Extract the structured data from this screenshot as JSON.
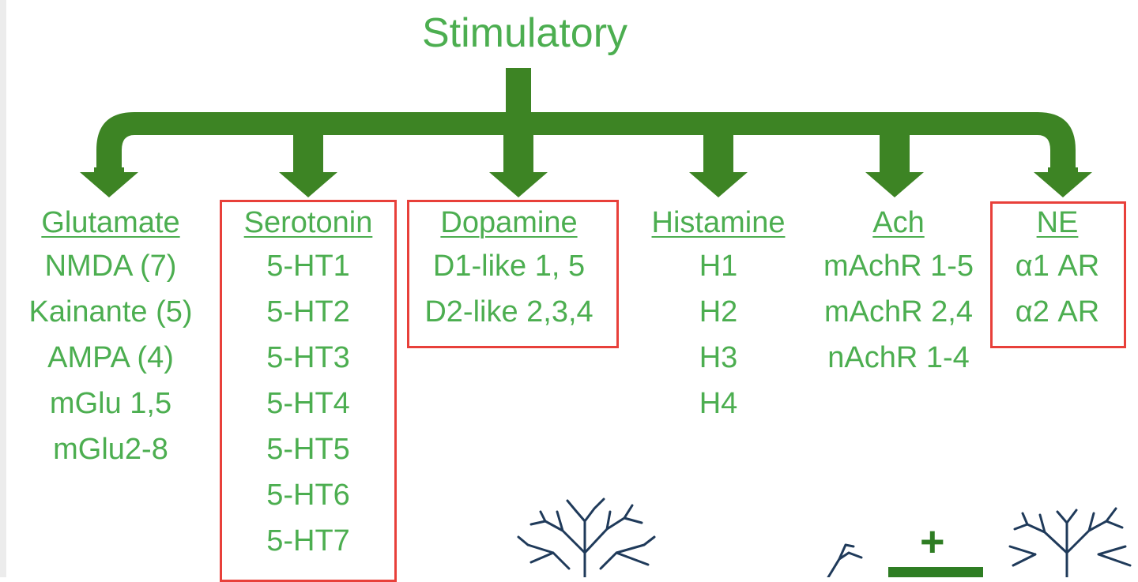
{
  "title": "Stimulatory",
  "columns": [
    {
      "header": "Glutamate",
      "items": [
        "NMDA (7)",
        "Kainante (5)",
        "AMPA (4)",
        "mGlu 1,5",
        "mGlu2-8"
      ]
    },
    {
      "header": "Serotonin",
      "items": [
        "5-HT1",
        "5-HT2",
        "5-HT3",
        "5-HT4",
        "5-HT5",
        "5-HT6",
        "5-HT7"
      ]
    },
    {
      "header": "Dopamine",
      "items": [
        "D1-like 1, 5",
        "D2-like 2,3,4"
      ]
    },
    {
      "header": "Histamine",
      "items": [
        "H1",
        "H2",
        "H3",
        "H4"
      ]
    },
    {
      "header": "Ach",
      "items": [
        "mAchR 1-5",
        "mAchR 2,4",
        "nAchR 1-4"
      ]
    },
    {
      "header": "NE",
      "items": [
        "α1 AR",
        "α2 AR"
      ]
    }
  ],
  "plus_sign": "+",
  "colors": {
    "text": "#4cae50",
    "arrow": "#3d8424",
    "highlight_box": "#e8403a",
    "neuron": "#1f3a5a"
  }
}
